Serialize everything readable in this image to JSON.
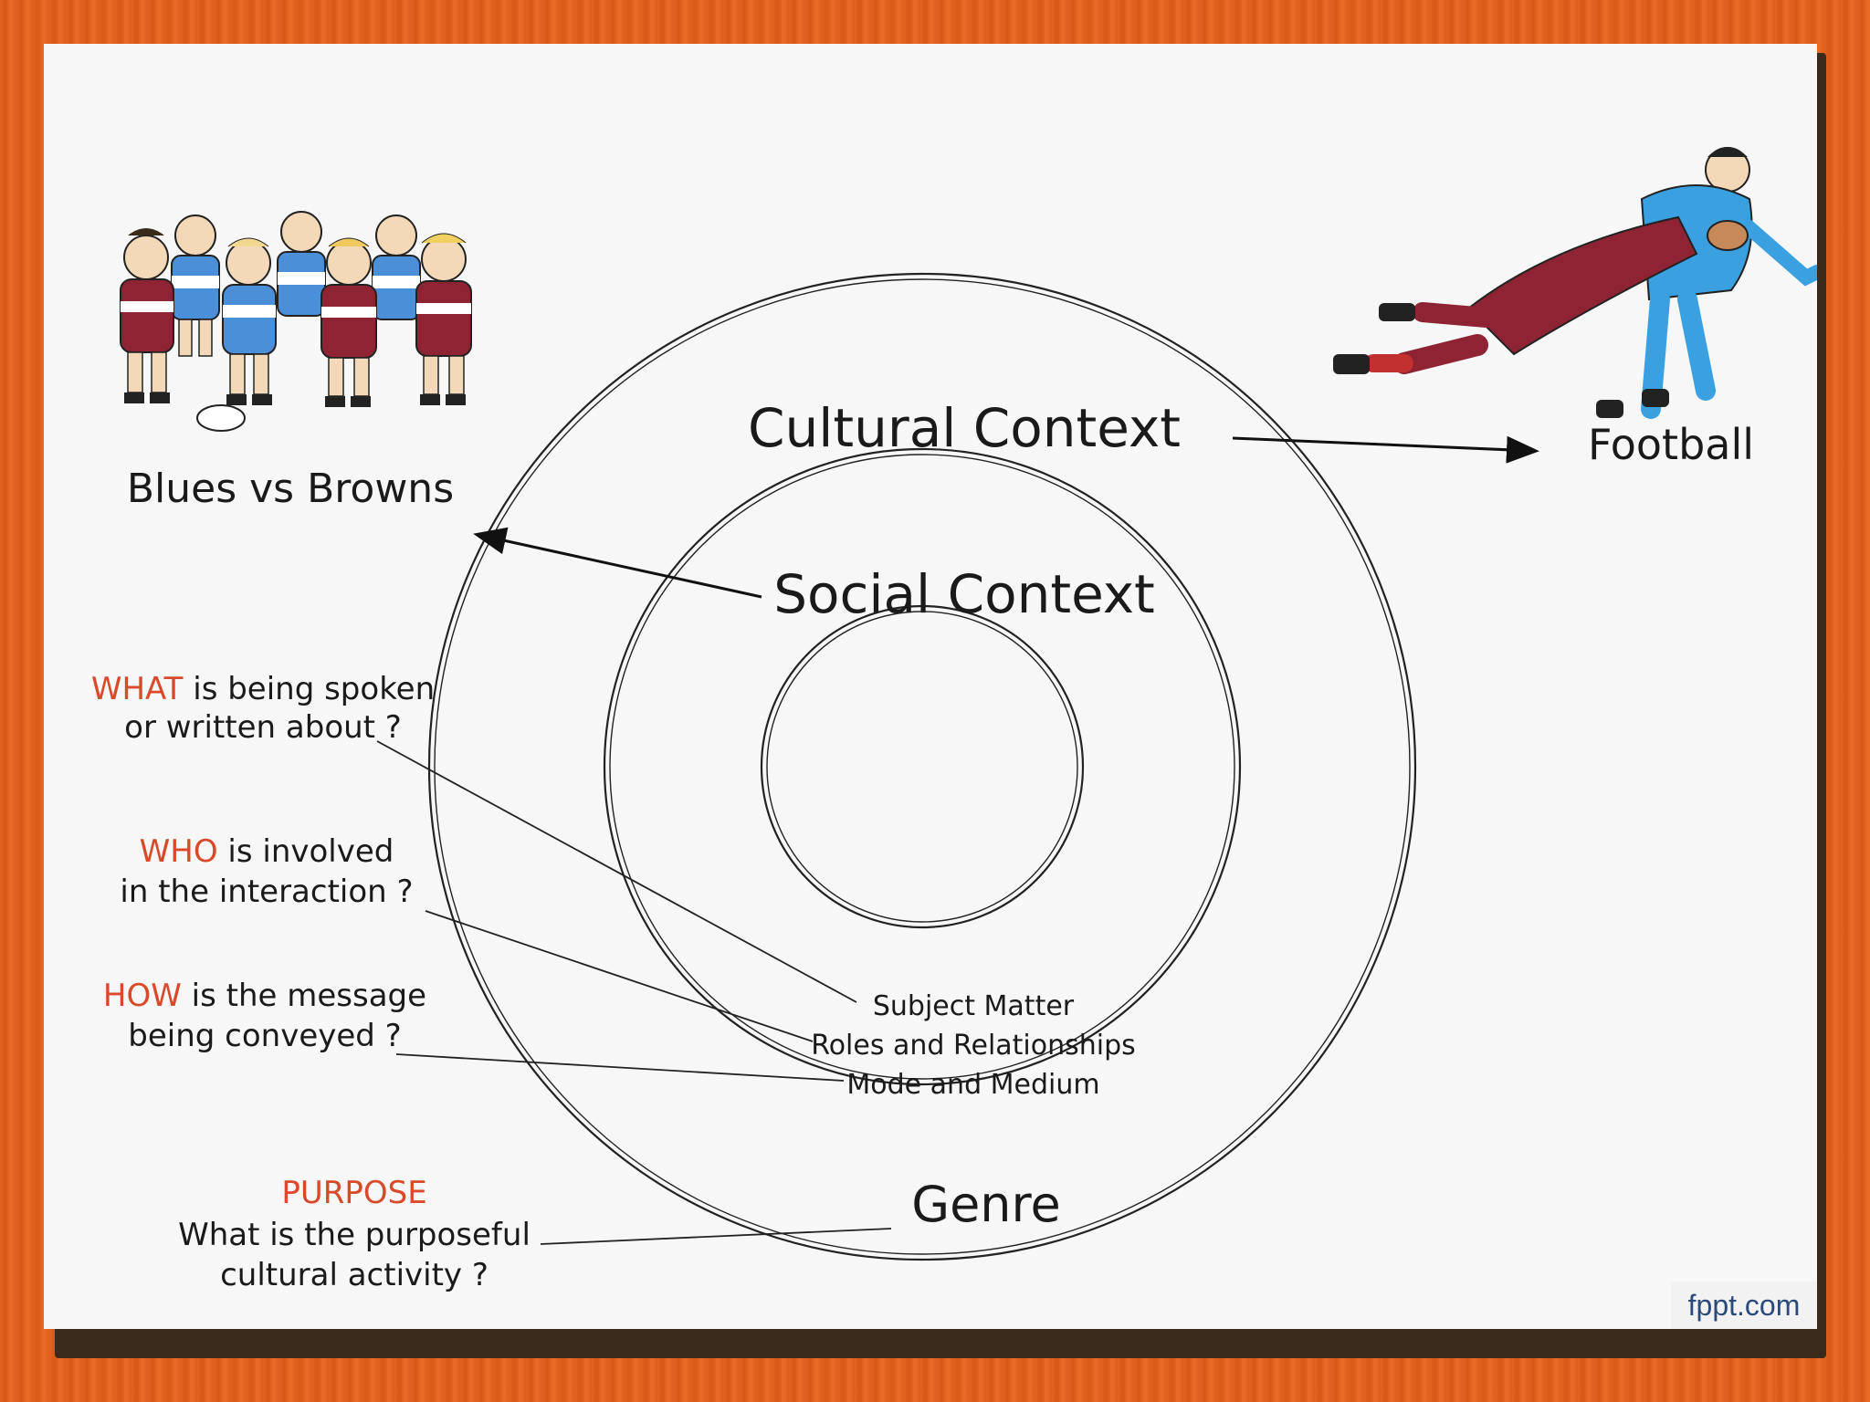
{
  "slide": {
    "rings": {
      "cultural_context": "Cultural Context",
      "social_context": "Social Context",
      "genre": "Genre",
      "subject_matter": "Subject Matter",
      "roles_and_relationships": "Roles and Relationships",
      "mode_and_medium": "Mode and Medium"
    },
    "labels": {
      "blues_vs_browns": "Blues vs Browns",
      "football": "Football"
    },
    "questions": {
      "what_keyword": "WHAT",
      "what_line1_rest": " is being spoken",
      "what_line2": "or written about ?",
      "who_keyword": "WHO",
      "who_line1_rest": " is involved",
      "who_line2": "in the interaction ?",
      "how_keyword": "HOW",
      "how_line1_rest": " is the message",
      "how_line2": "being conveyed ?",
      "purpose_keyword": "PURPOSE",
      "purpose_line1": "What is the purposeful",
      "purpose_line2": "cultural activity ?"
    },
    "icons": {
      "team_group": "team-group-illustration",
      "rugby_tackle": "rugby-tackle-illustration"
    },
    "colors": {
      "question_keyword": "#d84a2a",
      "frame_orange": "#e2621f"
    }
  },
  "branding": {
    "watermark": "fppt.com"
  }
}
